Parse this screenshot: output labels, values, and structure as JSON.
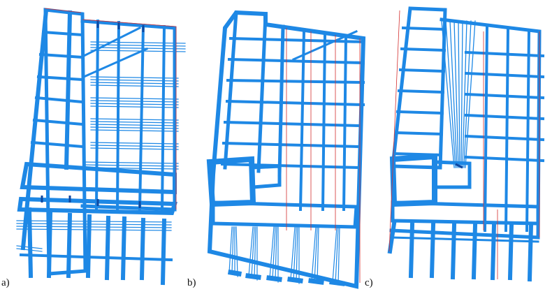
{
  "figure": {
    "panels": [
      {
        "id": "a",
        "label": "a)"
      },
      {
        "id": "b",
        "label": "b)"
      },
      {
        "id": "c",
        "label": "c)"
      }
    ],
    "colors": {
      "frame": "#1e88e5",
      "frame_dark": "#0d47a1",
      "undeformed": "#d32f2f",
      "background": "#ffffff"
    }
  }
}
